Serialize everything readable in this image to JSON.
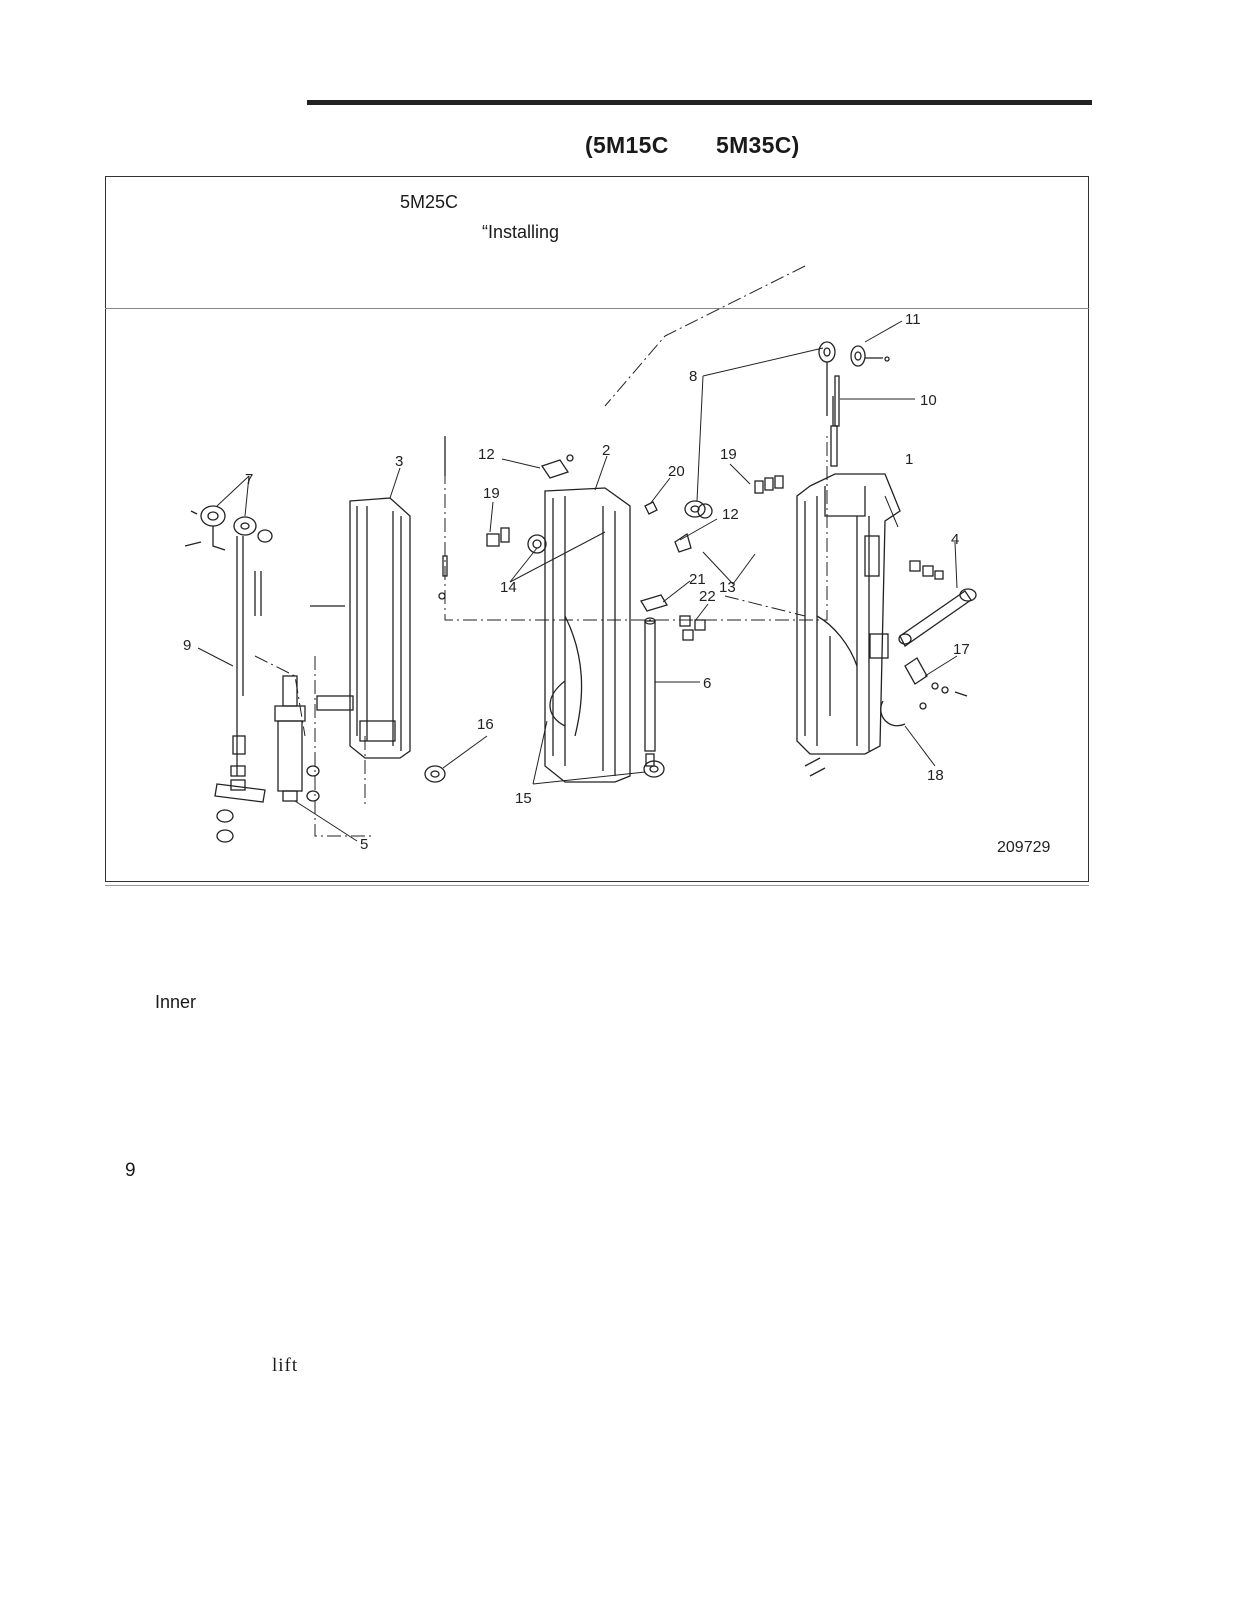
{
  "header": {
    "model_a": "(5M15C",
    "model_b": "5M35C)"
  },
  "figure": {
    "note_model": "5M25C",
    "note_ref": "“Installing",
    "figure_number": "209729",
    "callouts": {
      "c1": "1",
      "c2": "2",
      "c3": "3",
      "c4": "4",
      "c5": "5",
      "c6": "6",
      "c7": "7",
      "c8": "8",
      "c9": "9",
      "c10": "10",
      "c11": "11",
      "c12a": "12",
      "c12b": "12",
      "c13": "13",
      "c14": "14",
      "c15": "15",
      "c16": "16",
      "c17": "17",
      "c18": "18",
      "c19a": "19",
      "c19b": "19",
      "c20": "20",
      "c21": "21",
      "c22": "22"
    }
  },
  "body": {
    "word_inner": "Inner",
    "step_number": "9",
    "word_lift": "lift"
  }
}
